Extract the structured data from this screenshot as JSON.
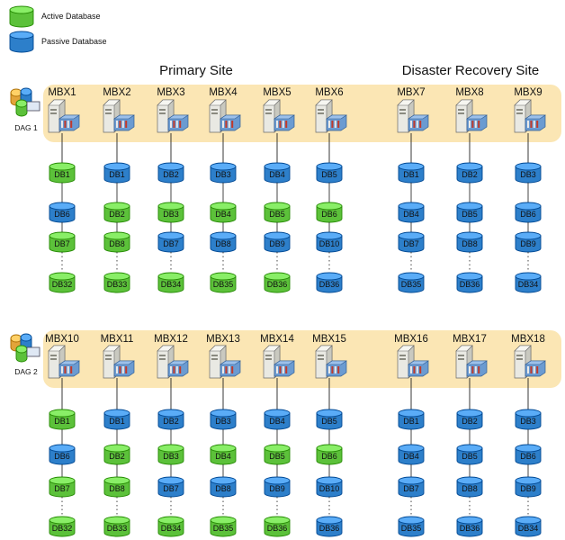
{
  "legend": [
    {
      "label": "Active Database",
      "color": "#5cc13a"
    },
    {
      "label": "Passive Database",
      "color": "#2d7fca"
    }
  ],
  "colors": {
    "active": "#5cc13a",
    "passive": "#2d7fca",
    "dag_band": "#fbe6b4"
  },
  "sites": {
    "primary": "Primary Site",
    "dr": "Disaster Recovery Site"
  },
  "dags": [
    {
      "label": "DAG 1",
      "servers": [
        {
          "name": "MBX1",
          "dbs": [
            [
              "DB1",
              "active"
            ],
            [
              "DB6",
              "passive"
            ],
            [
              "DB7",
              "active"
            ],
            [
              "DB32",
              "active"
            ]
          ]
        },
        {
          "name": "MBX2",
          "dbs": [
            [
              "DB1",
              "passive"
            ],
            [
              "DB2",
              "active"
            ],
            [
              "DB8",
              "active"
            ],
            [
              "DB33",
              "active"
            ]
          ]
        },
        {
          "name": "MBX3",
          "dbs": [
            [
              "DB2",
              "passive"
            ],
            [
              "DB3",
              "active"
            ],
            [
              "DB7",
              "passive"
            ],
            [
              "DB34",
              "active"
            ]
          ]
        },
        {
          "name": "MBX4",
          "dbs": [
            [
              "DB3",
              "passive"
            ],
            [
              "DB4",
              "active"
            ],
            [
              "DB8",
              "passive"
            ],
            [
              "DB35",
              "active"
            ]
          ]
        },
        {
          "name": "MBX5",
          "dbs": [
            [
              "DB4",
              "passive"
            ],
            [
              "DB5",
              "active"
            ],
            [
              "DB9",
              "passive"
            ],
            [
              "DB36",
              "active"
            ]
          ]
        },
        {
          "name": "MBX6",
          "dbs": [
            [
              "DB5",
              "passive"
            ],
            [
              "DB6",
              "active"
            ],
            [
              "DB10",
              "passive"
            ],
            [
              "DB36",
              "passive"
            ]
          ]
        },
        {
          "name": "MBX7",
          "dbs": [
            [
              "DB1",
              "passive"
            ],
            [
              "DB4",
              "passive"
            ],
            [
              "DB7",
              "passive"
            ],
            [
              "DB35",
              "passive"
            ]
          ]
        },
        {
          "name": "MBX8",
          "dbs": [
            [
              "DB2",
              "passive"
            ],
            [
              "DB5",
              "passive"
            ],
            [
              "DB8",
              "passive"
            ],
            [
              "DB36",
              "passive"
            ]
          ]
        },
        {
          "name": "MBX9",
          "dbs": [
            [
              "DB3",
              "passive"
            ],
            [
              "DB6",
              "passive"
            ],
            [
              "DB9",
              "passive"
            ],
            [
              "DB34",
              "passive"
            ]
          ]
        }
      ]
    },
    {
      "label": "DAG 2",
      "servers": [
        {
          "name": "MBX10",
          "dbs": [
            [
              "DB1",
              "active"
            ],
            [
              "DB6",
              "passive"
            ],
            [
              "DB7",
              "active"
            ],
            [
              "DB32",
              "active"
            ]
          ]
        },
        {
          "name": "MBX11",
          "dbs": [
            [
              "DB1",
              "passive"
            ],
            [
              "DB2",
              "active"
            ],
            [
              "DB8",
              "active"
            ],
            [
              "DB33",
              "active"
            ]
          ]
        },
        {
          "name": "MBX12",
          "dbs": [
            [
              "DB2",
              "passive"
            ],
            [
              "DB3",
              "active"
            ],
            [
              "DB7",
              "passive"
            ],
            [
              "DB34",
              "active"
            ]
          ]
        },
        {
          "name": "MBX13",
          "dbs": [
            [
              "DB3",
              "passive"
            ],
            [
              "DB4",
              "active"
            ],
            [
              "DB8",
              "passive"
            ],
            [
              "DB35",
              "active"
            ]
          ]
        },
        {
          "name": "MBX14",
          "dbs": [
            [
              "DB4",
              "passive"
            ],
            [
              "DB5",
              "active"
            ],
            [
              "DB9",
              "passive"
            ],
            [
              "DB36",
              "active"
            ]
          ]
        },
        {
          "name": "MBX15",
          "dbs": [
            [
              "DB5",
              "passive"
            ],
            [
              "DB6",
              "active"
            ],
            [
              "DB10",
              "passive"
            ],
            [
              "DB36",
              "passive"
            ]
          ]
        },
        {
          "name": "MBX16",
          "dbs": [
            [
              "DB1",
              "passive"
            ],
            [
              "DB4",
              "passive"
            ],
            [
              "DB7",
              "passive"
            ],
            [
              "DB35",
              "passive"
            ]
          ]
        },
        {
          "name": "MBX17",
          "dbs": [
            [
              "DB2",
              "passive"
            ],
            [
              "DB5",
              "passive"
            ],
            [
              "DB8",
              "passive"
            ],
            [
              "DB36",
              "passive"
            ]
          ]
        },
        {
          "name": "MBX18",
          "dbs": [
            [
              "DB3",
              "passive"
            ],
            [
              "DB6",
              "passive"
            ],
            [
              "DB9",
              "passive"
            ],
            [
              "DB34",
              "passive"
            ]
          ]
        }
      ]
    }
  ]
}
